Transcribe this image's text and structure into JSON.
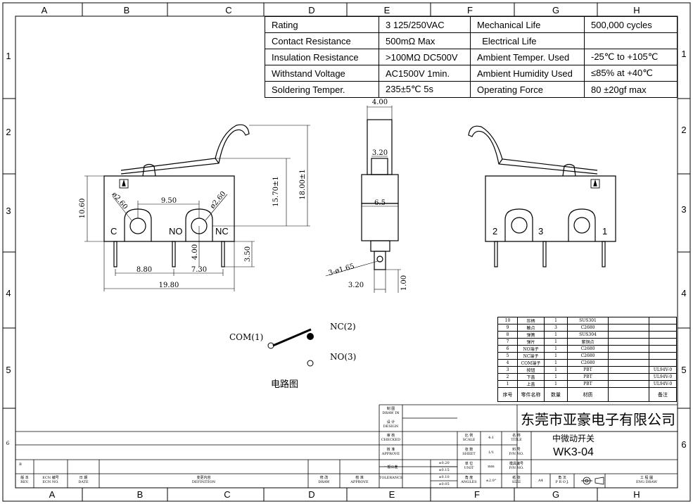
{
  "grid": {
    "columns": [
      "A",
      "B",
      "C",
      "D",
      "E",
      "F",
      "G",
      "H"
    ],
    "rows": [
      "1",
      "2",
      "3",
      "4",
      "5",
      "6"
    ]
  },
  "spec_table": [
    [
      "Rating",
      "3  125/250VAC",
      "Mechanical Life",
      "500,000 cycles"
    ],
    [
      "Contact Resistance",
      "500mΩ  Max",
      "  Electrical Life",
      ""
    ],
    [
      "Insulation Resistance",
      ">100MΩ DC500V",
      "Ambient Temper. Used",
      "-25℃ to +105℃"
    ],
    [
      "Withstand Voltage",
      "AC1500V  1min.",
      "Ambient Humidity Used",
      "≤85% at +40℃"
    ],
    [
      "Soldering Temper.",
      "235±5℃ 5s",
      "Operating Force",
      "80 ±20gf max"
    ]
  ],
  "front_view": {
    "dims": {
      "w950": "9.50",
      "w880": "8.80",
      "w730": "7.30",
      "w1980": "19.80",
      "h1060": "10.60",
      "h1570": "15.70±1",
      "h1800": "18.00±1",
      "h350": "3.50",
      "h400": "4.00",
      "dia1": "ø2.60",
      "dia2": "ø2.60"
    },
    "terminals": {
      "c": "C",
      "no": "NO",
      "nc": "NC"
    }
  },
  "side_view": {
    "dims": {
      "w400": "4.00",
      "w320": "3.20",
      "w65": "6.5",
      "holes": "3-ø1.65",
      "w320b": "3.20",
      "h100": "1.00"
    }
  },
  "rear_view": {
    "pins": [
      "2",
      "3",
      "1"
    ]
  },
  "circuit": {
    "com": "COM(1)",
    "nc": "NC(2)",
    "no": "NO(3)",
    "caption": "电路图"
  },
  "bom": {
    "rows": [
      [
        "10",
        "压柄",
        "1",
        "SUS301",
        ""
      ],
      [
        "9",
        "触点",
        "3",
        "C2680",
        ""
      ],
      [
        "8",
        "弹簧",
        "1",
        "SUS304",
        ""
      ],
      [
        "7",
        "弹片",
        "1",
        "紫铜点",
        ""
      ],
      [
        "6",
        "NO端子",
        "1",
        "C2680",
        ""
      ],
      [
        "5",
        "NC端子",
        "1",
        "C2680",
        ""
      ],
      [
        "4",
        "COM端子",
        "1",
        "C2680",
        ""
      ],
      [
        "3",
        "按钮",
        "1",
        "PBT",
        "UL94V-0"
      ],
      [
        "2",
        "下盖",
        "1",
        "PBT",
        "UL94V-0"
      ],
      [
        "1",
        "上盖",
        "1",
        "PBT",
        "UL94V-0"
      ]
    ],
    "header": [
      "序号",
      "零件名称",
      "数量",
      "材质",
      "备注"
    ]
  },
  "title_block": {
    "company": "东莞市亚豪电子有限公司",
    "drawn": [
      "制 图",
      "DRAW IN"
    ],
    "designed": [
      "设 计",
      "DESIGN"
    ],
    "checked": [
      "审 核",
      "CHECKED"
    ],
    "approved": [
      "核 准",
      "APPROVE"
    ],
    "tolerance": [
      "一般公差",
      "TOLERANCE"
    ],
    "tol_values": [
      "±0.20",
      "±0.15",
      "±0.10",
      "±0.05"
    ],
    "angle_tol": "±2.0°",
    "scale_lbl": [
      "比 例",
      "SCALE"
    ],
    "scale_val": "4:1",
    "sheet_lbl": [
      "张 数",
      "SHEET"
    ],
    "sheet_val": "1/1",
    "unit_lbl": [
      "单 位",
      "UNIT"
    ],
    "unit_val": "mm",
    "angles_lbl": [
      "角 度",
      "ANGLES"
    ],
    "title_lbl": [
      "名 称",
      "TITLE"
    ],
    "title_val": "中微动开关",
    "pn_lbl": [
      "料 号",
      "P/N NO."
    ],
    "pn_val": "WK3-04",
    "mold_lbl": [
      "模具编号",
      "P/N NO."
    ],
    "size_lbl": [
      "纸 张",
      "SIZE"
    ],
    "size_val": "A4",
    "proj_lbl": [
      "角 法",
      "P R O J."
    ],
    "engdraw_lbl": [
      "工 程 圖",
      "ENG DRAW"
    ],
    "rev_row": [
      "版 本",
      "REV."
    ],
    "ecn": [
      "ECN 编号",
      "ECN NO."
    ],
    "date": [
      "日 期",
      "DATE"
    ],
    "definition": [
      "变更内容",
      "DEFINITION"
    ],
    "draw": [
      "修 改",
      "DRAW"
    ],
    "approve": [
      "核 准",
      "APPROVE"
    ],
    "rev_letter": "B",
    "row_num": "6"
  }
}
